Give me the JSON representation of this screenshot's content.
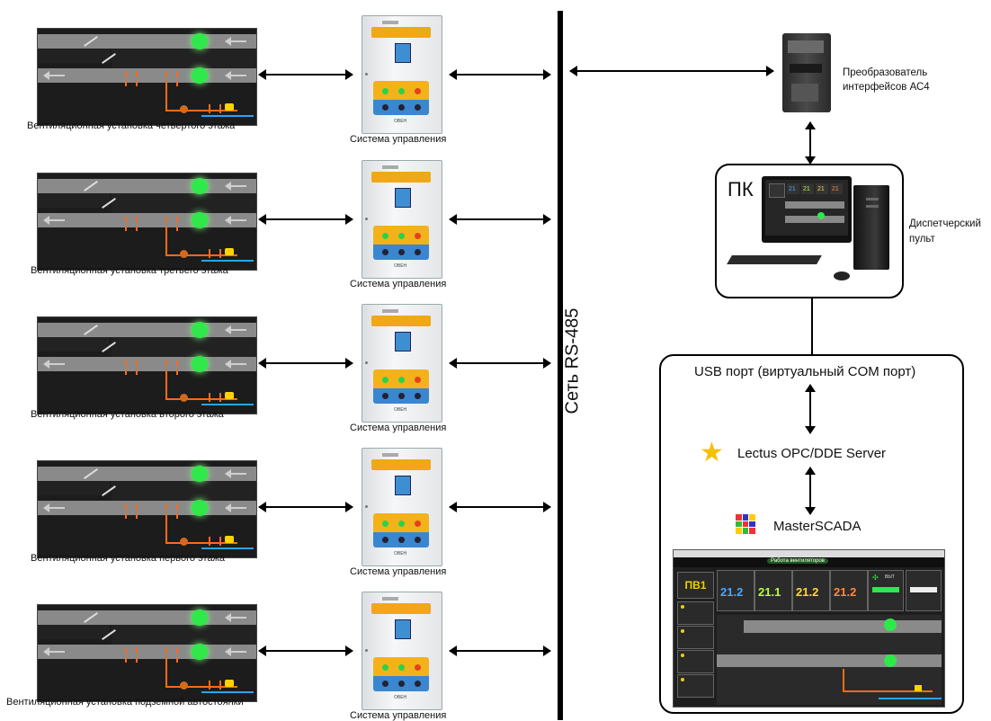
{
  "units": [
    {
      "label": "Вентиляционная установка четвертого этажа"
    },
    {
      "label": "Вентиляционная установка третьего этажа"
    },
    {
      "label": "Вентиляционная установка второго этажа"
    },
    {
      "label": "Вентиляционная установка первого этажа"
    },
    {
      "label": "Вентиляционная установка подземной автостоянки"
    }
  ],
  "control_label": "Система управления",
  "bus_label": "Сеть RS-485",
  "converter_label": "Преобразователь\nинтерфейсов АС4",
  "pc_label": "ПК",
  "dispatcher_label": "Диспетчерский\nпульт",
  "usb_label": "USB порт (виртуальный COM порт)",
  "opc_label": "Lectus OPC/DDE Server",
  "scada_label": "MasterSCADA",
  "scada_screen": {
    "header": "Работа вентиляторов",
    "unit": "ПВ1",
    "readings": [
      "21.2",
      "21.1",
      "21.2",
      "21.2"
    ],
    "reading_colors": [
      "#4aa8ff",
      "#b8ff3a",
      "#ffd93a",
      "#ff8a3a"
    ],
    "fan_label": "ВЫТ"
  },
  "colors": {
    "fan_on": "#2fe84a",
    "supply_pipe": "#ff6a1a",
    "return_pipe": "#2aa2ff",
    "cabinet_top": "#f0a818"
  }
}
